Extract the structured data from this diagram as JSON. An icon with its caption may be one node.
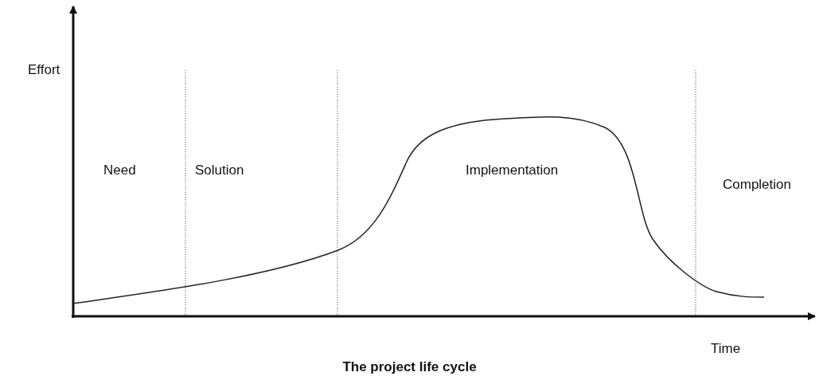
{
  "diagram": {
    "caption": "The project life cycle",
    "labels": [
      "Effort",
      "Need",
      "Solution",
      "Implementation",
      "Completion",
      "Time"
    ]
  }
}
